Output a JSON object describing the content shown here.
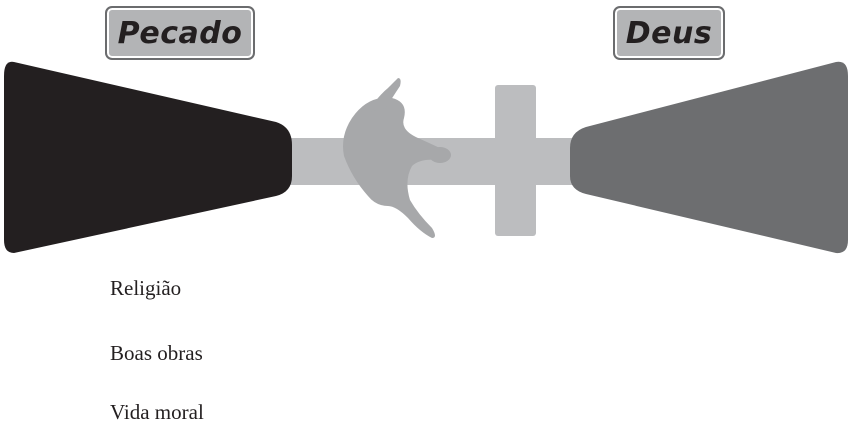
{
  "labels": {
    "sin": "Pecado",
    "god": "Deus"
  },
  "attempts": [
    "Religião",
    "Boas obras",
    "Vida moral"
  ],
  "colors": {
    "sin_cliff": "#231f20",
    "god_cliff": "#6d6e70",
    "bridge": "#bcbdbf",
    "person": "#a7a8aa",
    "label_fill": "#b3b4b6"
  }
}
